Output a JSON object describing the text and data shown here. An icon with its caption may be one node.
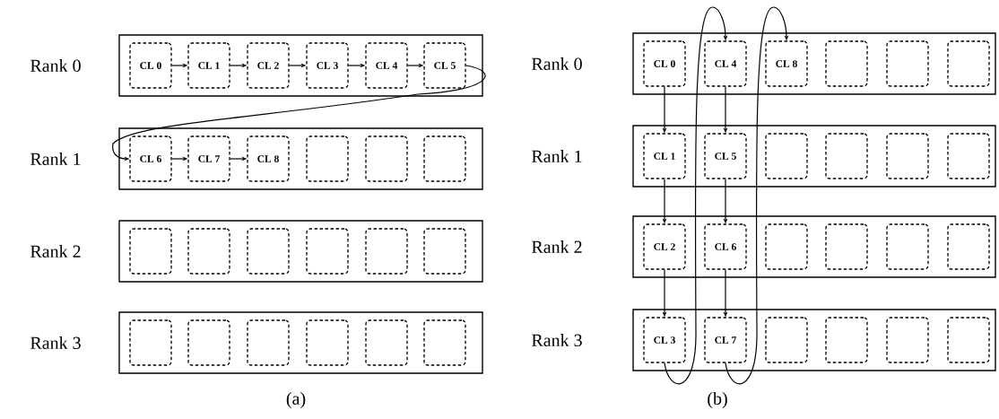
{
  "diagram": {
    "nodes": [
      {
        "text": [
          "Rank 0"
        ]
      },
      {
        "text": [
          "CL 0"
        ],
        "in": 0
      },
      {
        "text": [
          "CL 1"
        ],
        "in": 0
      },
      {
        "text": [
          "CL 2"
        ],
        "in": 0
      },
      {
        "text": [
          "CL 3"
        ],
        "in": 0
      },
      {
        "text": [
          "CL 4"
        ],
        "in": 0
      },
      {
        "text": [
          "CL 5"
        ],
        "in": 0
      },
      {
        "text": [
          "Rank 1"
        ]
      },
      {
        "text": [
          "CL 6"
        ],
        "in": 7
      },
      {
        "text": [
          "CL 7"
        ],
        "in": 7
      },
      {
        "text": [
          "CL 8"
        ],
        "in": 7
      },
      {
        "text": [],
        "shape": "box",
        "in": 7
      },
      {
        "text": [],
        "shape": "box",
        "in": 7
      },
      {
        "text": [],
        "shape": "box",
        "in": 7
      },
      {
        "text": [
          "Rank 2"
        ]
      },
      {
        "text": [],
        "shape": "box",
        "in": 14
      },
      {
        "text": [],
        "shape": "box",
        "in": 14
      },
      {
        "text": [],
        "shape": "box",
        "in": 14
      },
      {
        "text": [],
        "shape": "box",
        "in": 14
      },
      {
        "text": [],
        "shape": "box",
        "in": 14
      },
      {
        "text": [],
        "shape": "box",
        "in": 14
      },
      {
        "text": [
          "Rank 3"
        ]
      },
      {
        "text": [],
        "shape": "box",
        "in": 21
      },
      {
        "text": [],
        "shape": "box",
        "in": 21
      },
      {
        "text": [],
        "shape": "box",
        "in": 21
      },
      {
        "text": [],
        "shape": "box",
        "in": 21
      },
      {
        "text": [],
        "shape": "box",
        "in": 21
      },
      {
        "text": [],
        "shape": "box",
        "in": 21
      },
      {
        "text": [
          "Rank 0"
        ]
      },
      {
        "text": [
          "CL 0"
        ],
        "in": 28
      },
      {
        "text": [
          "CL 4"
        ],
        "in": 28
      },
      {
        "text": [
          "CL 8"
        ],
        "in": 28
      },
      {
        "text": [],
        "shape": "box",
        "in": 28
      },
      {
        "text": [],
        "shape": "box",
        "in": 28
      },
      {
        "text": [],
        "shape": "box",
        "in": 28
      },
      {
        "text": [
          "Rank 1"
        ]
      },
      {
        "text": [
          "CL 1"
        ],
        "in": 35
      },
      {
        "text": [
          "CL 5"
        ],
        "in": 35
      },
      {
        "text": [],
        "shape": "box",
        "in": 35
      },
      {
        "text": [],
        "shape": "box",
        "in": 35
      },
      {
        "text": [],
        "shape": "box",
        "in": 35
      },
      {
        "text": [],
        "shape": "box",
        "in": 35
      },
      {
        "text": [
          "Rank 2"
        ]
      },
      {
        "text": [
          "CL 2"
        ],
        "in": 42
      },
      {
        "text": [
          "CL 6"
        ],
        "in": 42
      },
      {
        "text": [],
        "shape": "box",
        "in": 42
      },
      {
        "text": [],
        "shape": "box",
        "in": 42
      },
      {
        "text": [],
        "shape": "box",
        "in": 42
      },
      {
        "text": [],
        "shape": "box",
        "in": 42
      },
      {
        "text": [
          "Rank 3"
        ]
      },
      {
        "text": [
          "CL 3"
        ],
        "in": 49
      },
      {
        "text": [
          "CL 7"
        ],
        "in": 49
      },
      {
        "text": [],
        "shape": "box",
        "in": 49
      },
      {
        "text": [],
        "shape": "box",
        "in": 49
      },
      {
        "text": [],
        "shape": "box",
        "in": 49
      },
      {
        "text": [],
        "shape": "box",
        "in": 49
      }
    ],
    "edges": [
      {
        "from": 1,
        "to": 2,
        "arrow": "to"
      },
      {
        "from": 2,
        "to": 3,
        "arrow": "to"
      },
      {
        "from": 3,
        "to": 4,
        "arrow": "to"
      },
      {
        "from": 4,
        "to": 5,
        "arrow": "to"
      },
      {
        "from": 5,
        "to": 6,
        "arrow": "to"
      },
      {
        "from": 6,
        "to": 8,
        "arrow": "to"
      },
      {
        "from": 8,
        "to": 9,
        "arrow": "to"
      },
      {
        "from": 9,
        "to": 10,
        "arrow": "to"
      },
      {
        "from": 29,
        "to": 36,
        "arrow": "to"
      },
      {
        "from": 36,
        "to": 43,
        "arrow": "to"
      },
      {
        "from": 43,
        "to": 50,
        "arrow": "to"
      },
      {
        "from": 50,
        "to": 30,
        "arrow": "to"
      },
      {
        "from": 30,
        "to": 37,
        "arrow": "to"
      },
      {
        "from": 37,
        "to": 44,
        "arrow": "to"
      },
      {
        "from": 44,
        "to": 51,
        "arrow": "to"
      },
      {
        "from": 51,
        "to": 31,
        "arrow": "to"
      }
    ],
    "labels": [
      "(a)",
      "(b)"
    ]
  }
}
